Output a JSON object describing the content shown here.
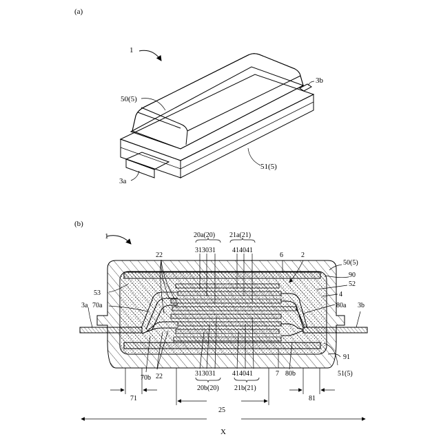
{
  "figure_a": {
    "panel_label": "(a)",
    "labels": {
      "battery": "1",
      "upper_case": "50(5)",
      "lower_case": "51(5)",
      "terminal_a": "3a",
      "terminal_b": "3b"
    }
  },
  "figure_b": {
    "panel_label": "(b)",
    "labels": {
      "battery": "1",
      "l20a": "20a(20)",
      "l21a": "21a(21)",
      "l313031_top": "313031",
      "l414041_top": "414041",
      "l6": "6",
      "l2": "2",
      "l50": "50(5)",
      "l90": "90",
      "l52": "52",
      "l4": "4",
      "l80a": "80a",
      "l3b": "3b",
      "l22_top": "22",
      "l53": "53",
      "l3a": "3a",
      "l70a": "70a",
      "l91": "91",
      "l51": "51(5)",
      "l70b": "70b",
      "l22_bot": "22",
      "l313031_bot": "313031",
      "l414041_bot": "414041",
      "l7": "7",
      "l80b": "80b",
      "l20b": "20b(20)",
      "l21b": "21b(21)",
      "l71": "71",
      "l81": "81",
      "l25": "25",
      "lX": "X"
    }
  }
}
